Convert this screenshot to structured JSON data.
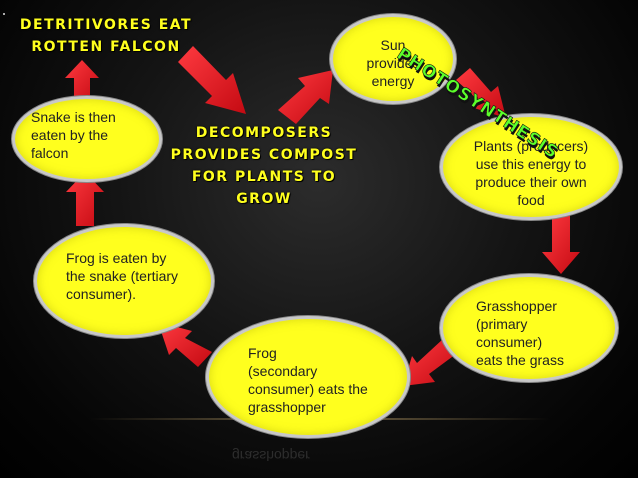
{
  "nodes": {
    "sun": "Sun\nprovides\nenergy",
    "plants": "Plants (producers)\nuse this energy to\nproduce their own\nfood",
    "grasshopper": "Grasshopper\n(primary\nconsumer)\neats the  grass",
    "frog_secondary": "Frog\n(secondary\nconsumer) eats the\ngrasshopper",
    "frog_eaten": "Frog is eaten by\nthe snake (tertiary\nconsumer).",
    "snake": "Snake is then\neaten by the\nfalcon"
  },
  "labels": {
    "detritivores": "DETRITIVORES EAT\nROTTEN FALCON",
    "decomposers": "DECOMPOSERS\nPROVIDES COMPOST\nFOR PLANTS TO GROW",
    "photosynthesis": "PHOTOSYNTHESIS"
  },
  "reflection_text": "grasshopper",
  "colors": {
    "node_fill": "#ffff1e",
    "arrow": "#e8141c",
    "label_text": "#ffff1e",
    "photosynthesis_text": "#5cff2a"
  }
}
